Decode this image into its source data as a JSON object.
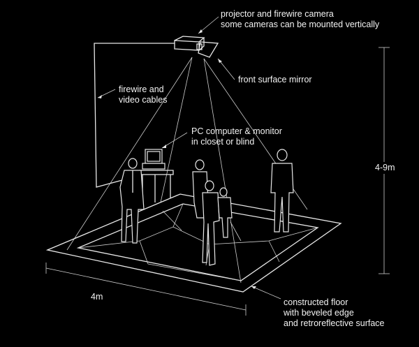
{
  "labels": {
    "projector_line1": "projector and firewire camera",
    "projector_line2": "some cameras can be mounted vertically",
    "mirror": "front surface mirror",
    "cables_line1": "firewire and",
    "cables_line2": "video cables",
    "pc_line1": "PC computer & monitor",
    "pc_line2": "in closet or blind",
    "height_dim": "4-9m",
    "width_dim": "4m",
    "floor_line1": "constructed floor",
    "floor_line2": "with beveled edge",
    "floor_line3": "and retroreflective surface"
  },
  "colors": {
    "background": "#000000",
    "stroke": "#e8e8e8"
  }
}
